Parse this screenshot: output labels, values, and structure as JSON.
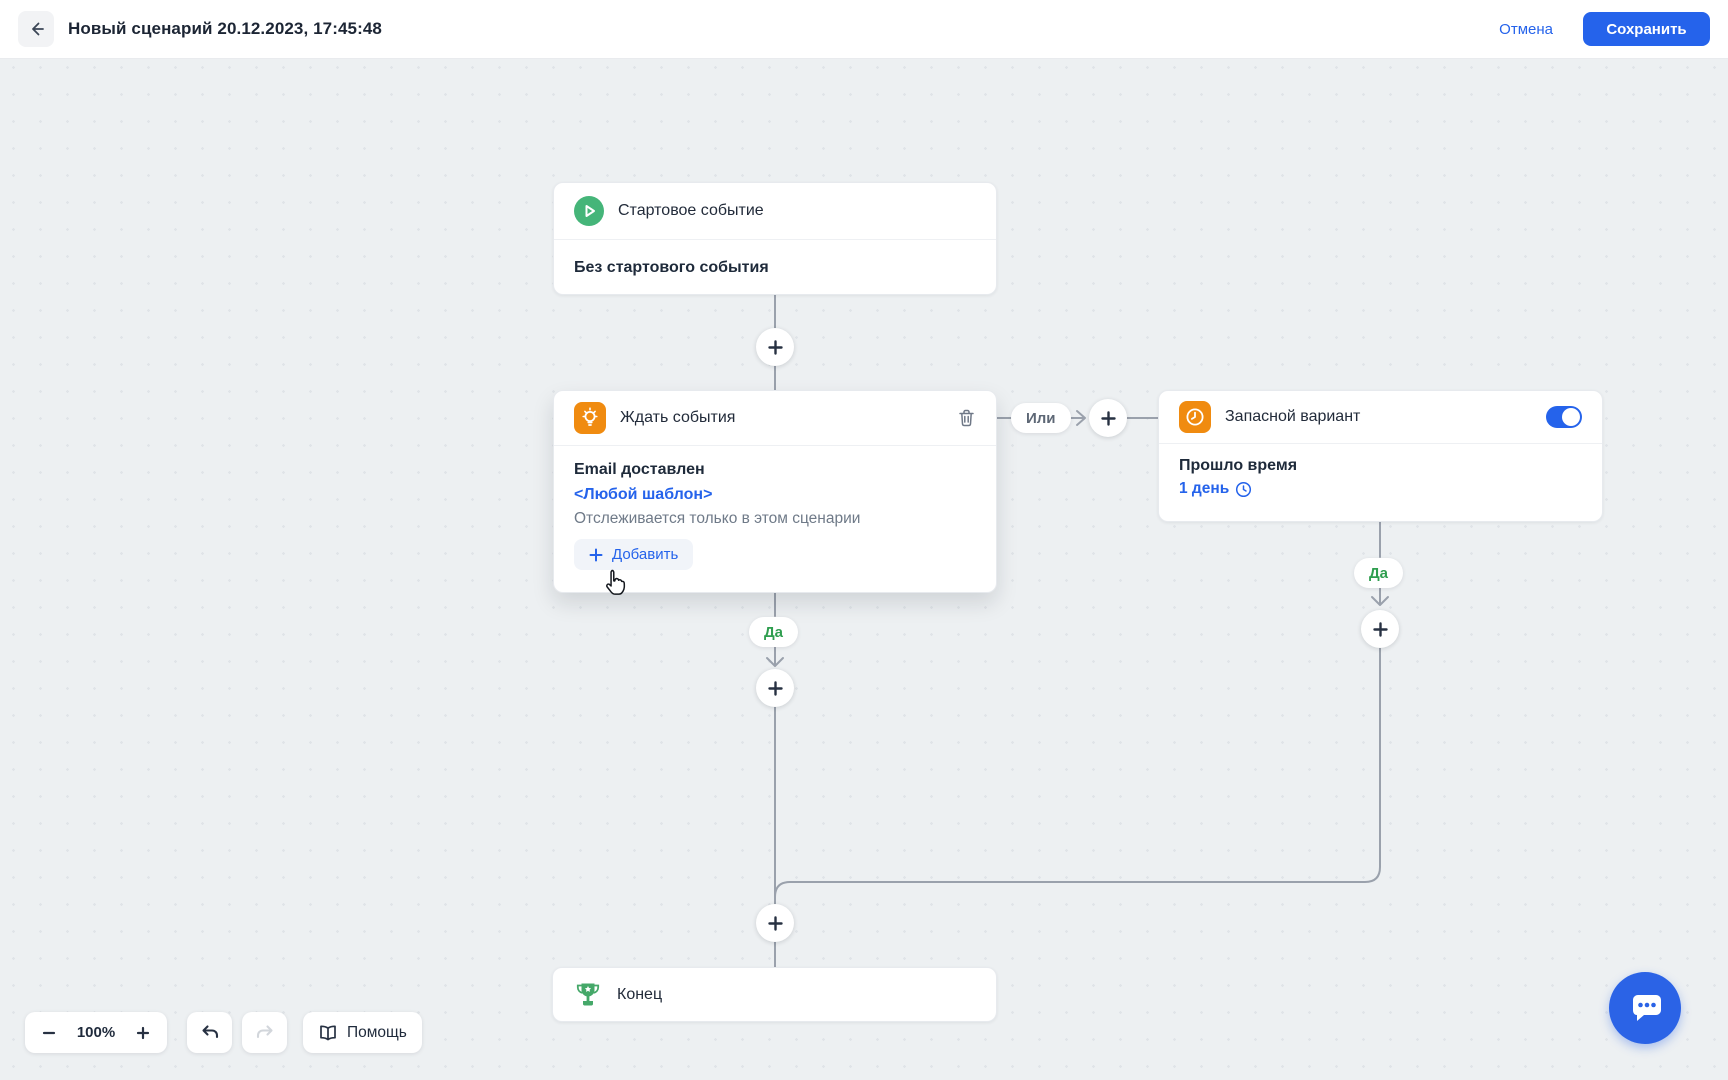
{
  "header": {
    "title": "Новый сценарий 20.12.2023, 17:45:48",
    "back_icon": "arrow-left",
    "cancel_label": "Отмена",
    "save_label": "Сохранить",
    "notification_dot_color": "#f0964b"
  },
  "flow": {
    "start_card": {
      "icon": "play-circle",
      "title": "Стартовое событие",
      "body": "Без стартового события"
    },
    "wait_card": {
      "icon": "lightbulb",
      "title": "Ждать события",
      "delete_icon": "trash",
      "event": "Email доставлен",
      "template": "<Любой шаблон>",
      "note": "Отслеживается только в этом сценарии",
      "add_label": "Добавить",
      "add_icon": "plus"
    },
    "fallback_card": {
      "icon": "clock",
      "title": "Запасной вариант",
      "toggle_state": "on",
      "condition": "Прошло время",
      "duration": "1 день",
      "duration_icon": "clock-outline"
    },
    "end_card": {
      "icon": "trophy",
      "title": "Конец"
    },
    "or_label": "Или",
    "yes_label": "Да",
    "plus_nodes": 5
  },
  "toolbar": {
    "zoom_out_icon": "minus",
    "zoom_level": "100%",
    "zoom_in_icon": "plus",
    "undo_icon": "undo-arrow",
    "redo_icon": "redo-arrow",
    "help_icon": "open-book",
    "help_label": "Помощь"
  },
  "chat": {
    "icon": "chat-bubble-dots"
  },
  "colors": {
    "accent_blue": "#2563eb",
    "icon_green": "#45b579",
    "icon_orange": "#f08b10",
    "yes_green": "#2f9e4f",
    "or_gray": "#5d6775",
    "connector_gray": "#9aa1ac",
    "canvas_bg": "#edf0f2"
  }
}
